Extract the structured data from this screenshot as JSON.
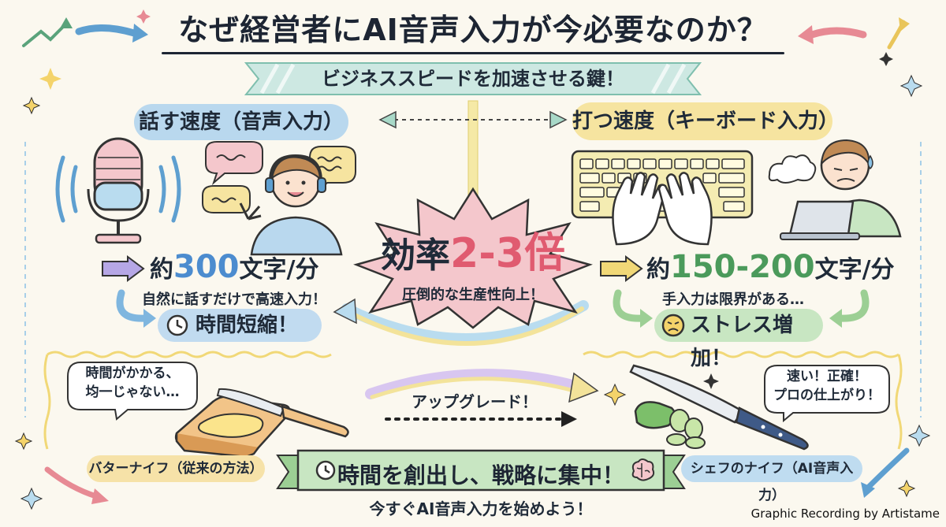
{
  "title": "なぜ経営者にAI音声入力が今必要なのか？",
  "subtitle": "ビジネススピードを加速させる鍵！",
  "speaking": {
    "heading": "話す速度（音声入力）",
    "rate_prefix": "約",
    "rate_number": "300",
    "rate_unit": "文字/分",
    "note": "自然に話すだけで高速入力！",
    "result": "時間短縮！"
  },
  "typing": {
    "heading": "打つ速度（キーボード入力）",
    "rate_prefix": "約",
    "rate_number": "150-200",
    "rate_unit": "文字/分",
    "note": "手入力は限界がある…",
    "result": "ストレス増加！"
  },
  "center": {
    "label": "効率",
    "multiplier": "2-3倍",
    "sub": "圧倒的な生産性向上！"
  },
  "analogy": {
    "butter_bubble_line1": "時間がかかる、",
    "butter_bubble_line2": "均一じゃない…",
    "butter_label": "バターナイフ（従来の方法）",
    "upgrade": "アップグレード！",
    "chef_bubble_line1": "速い！正確！",
    "chef_bubble_line2": "プロの仕上がり！",
    "chef_label": "シェフのナイフ（AI音声入力）"
  },
  "conclusion": "時間を創出し、戦略に集中！",
  "cta": "今すぐAI音声入力を始めよう！",
  "credit": "Graphic Recording by Artistame",
  "colors": {
    "blue": "#4c8ccf",
    "green": "#4b9a5b",
    "pink_burst": "#f4c7cc",
    "accent_red": "#e05b70",
    "yellow": "#f6e4a0",
    "mint_banner": "#cde8e2"
  }
}
